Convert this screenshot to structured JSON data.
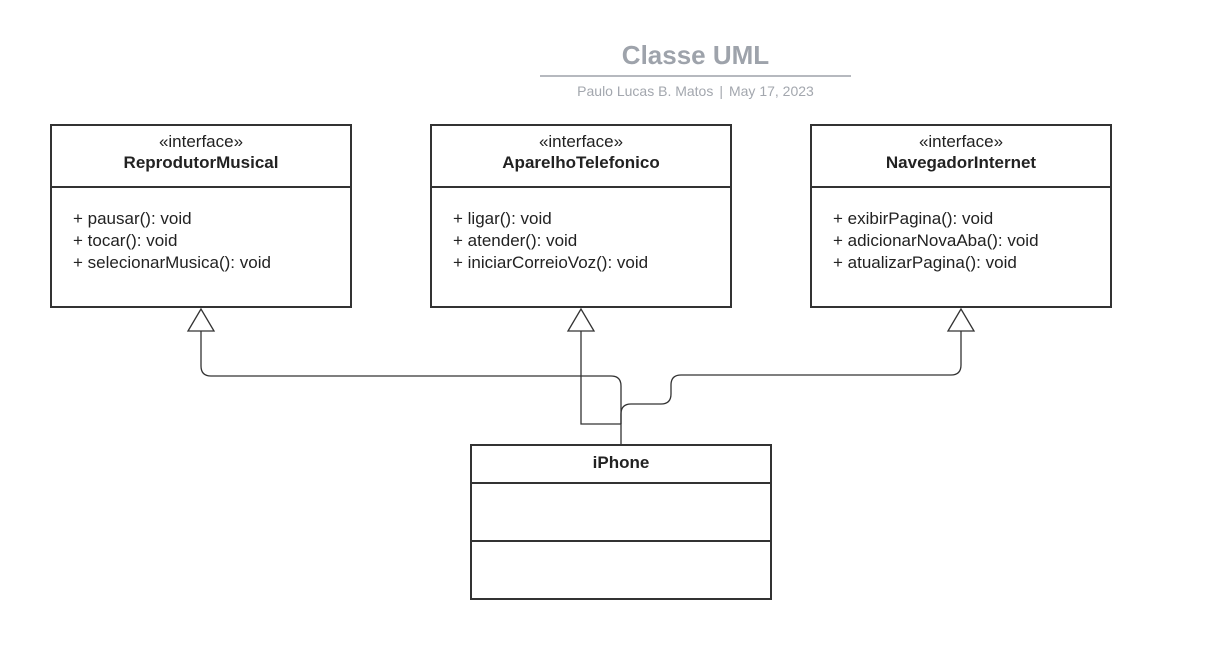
{
  "diagram": {
    "title": "Classe UML",
    "author": "Paulo Lucas B. Matos",
    "separator": "|",
    "date": "May 17, 2023",
    "interfaces": [
      {
        "stereotype": "«interface»",
        "name": "ReprodutorMusical",
        "methods": [
          "+ pausar(): void",
          "+ tocar(): void",
          "+ selecionarMusica(): void"
        ]
      },
      {
        "stereotype": "«interface»",
        "name": "AparelhoTelefonico",
        "methods": [
          "+ ligar(): void",
          "+ atender(): void",
          "+ iniciarCorreioVoz(): void"
        ]
      },
      {
        "stereotype": "«interface»",
        "name": "NavegadorInternet",
        "methods": [
          "+ exibirPagina(): void",
          "+ adicionarNovaAba(): void",
          "+ atualizarPagina(): void"
        ]
      }
    ],
    "implementing_class": {
      "name": "iPhone"
    },
    "relationships": [
      {
        "from": "iPhone",
        "to": "ReprodutorMusical",
        "type": "realization"
      },
      {
        "from": "iPhone",
        "to": "AparelhoTelefonico",
        "type": "realization"
      },
      {
        "from": "iPhone",
        "to": "NavegadorInternet",
        "type": "realization"
      }
    ],
    "colors": {
      "line": "#333333",
      "title": "#9ea3ab",
      "subtitle": "#a3a7ae"
    }
  }
}
